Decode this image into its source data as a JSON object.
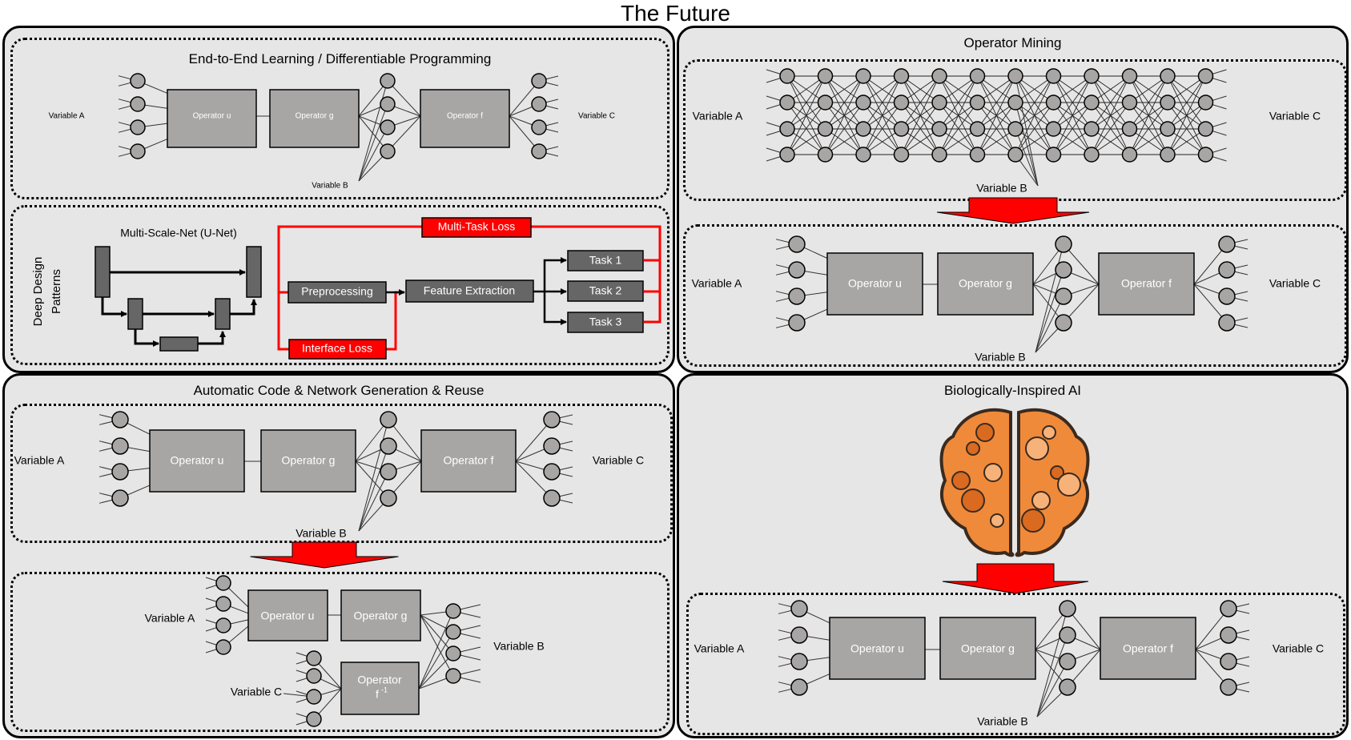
{
  "title": "The Future",
  "panels": {
    "e2e": {
      "title": "End-to-End Learning / Differentiable Programming"
    },
    "ddp": {
      "side_label_line1": "Deep Design",
      "side_label_line2": "Patterns",
      "unet_label": "Multi-Scale-Net (U-Net)",
      "multi_task_loss": "Multi-Task Loss",
      "interface_loss": "Interface Loss",
      "preprocessing": "Preprocessing",
      "feature_extraction": "Feature Extraction",
      "task1": "Task 1",
      "task2": "Task 2",
      "task3": "Task 3"
    },
    "mining": {
      "title": "Operator Mining"
    },
    "autocode": {
      "title": "Automatic Code & Network Generation & Reuse"
    },
    "bio": {
      "title": "Biologically-Inspired AI"
    }
  },
  "labels": {
    "variable_a": "Variable A",
    "variable_b": "Variable B",
    "variable_c": "Variable C",
    "operator_u": "Operator u",
    "operator_g": "Operator g",
    "operator_f": "Operator f",
    "operator_word": "Operator",
    "f_inverse": "f",
    "inverse_sup": "-1"
  },
  "colors": {
    "panel_bg": "#e6e6e6",
    "operator_box": "#a8a5a5",
    "node": "#a8a5a5",
    "dark_box": "#666666",
    "loss_red": "#ff0000",
    "arrow_red": "#ff0000",
    "brain_orange": "#ef8a3a"
  }
}
